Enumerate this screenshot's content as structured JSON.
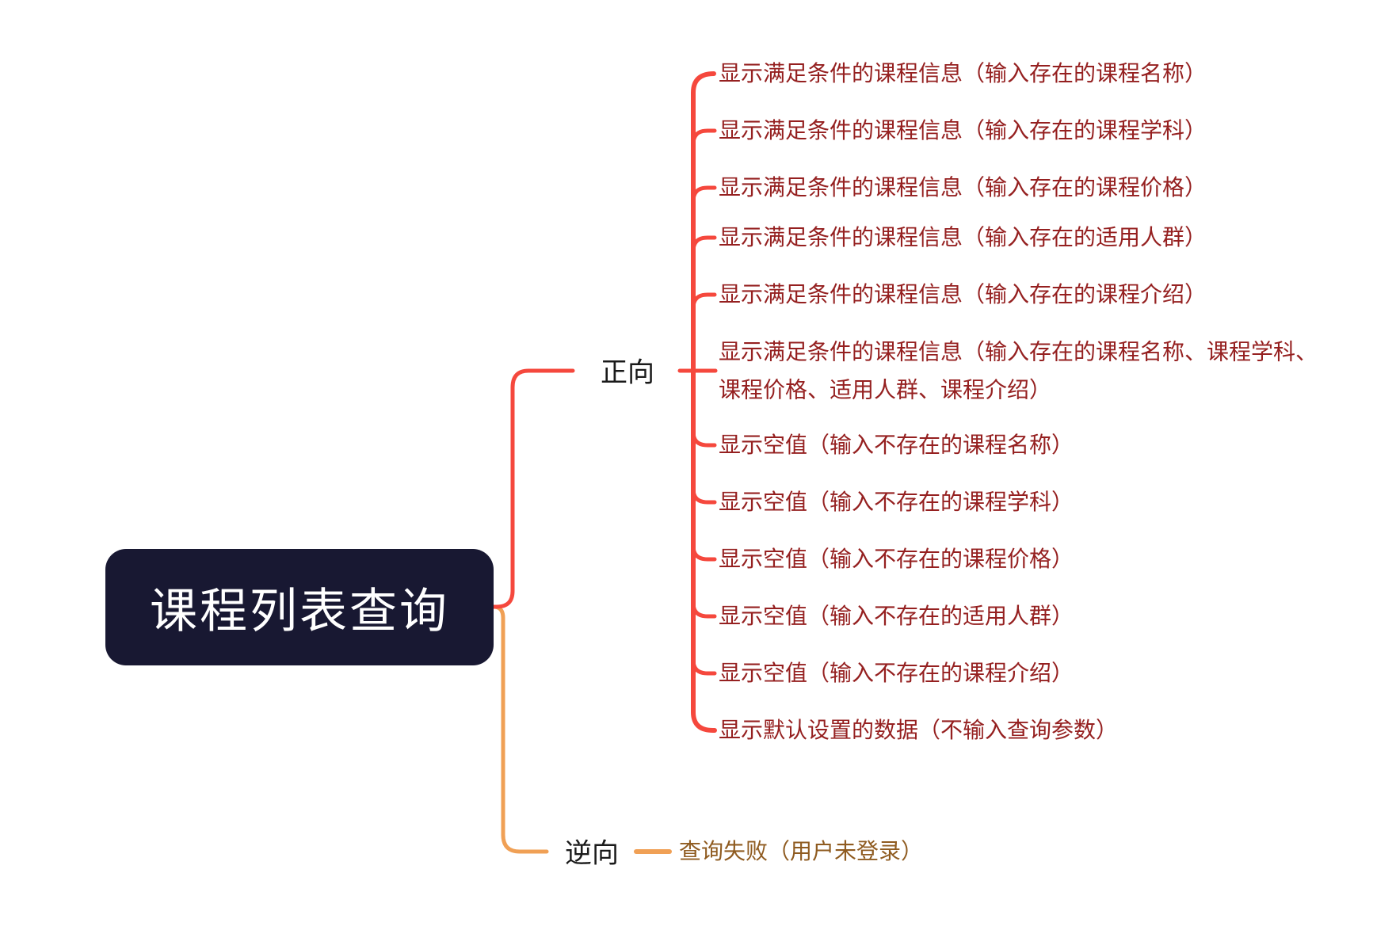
{
  "root": {
    "label": "课程列表查询"
  },
  "branches": [
    {
      "label": "正向",
      "items": [
        "显示满足条件的课程信息（输入存在的课程名称）",
        "显示满足条件的课程信息（输入存在的课程学科）",
        "显示满足条件的课程信息（输入存在的课程价格）",
        "显示满足条件的课程信息（输入存在的适用人群）",
        "显示满足条件的课程信息（输入存在的课程介绍）",
        "显示满足条件的课程信息（输入存在的课程名称、课程学科、\n课程价格、适用人群、课程介绍）",
        "显示空值（输入不存在的课程名称）",
        "显示空值（输入不存在的课程学科）",
        "显示空值（输入不存在的课程价格）",
        "显示空值（输入不存在的适用人群）",
        "显示空值（输入不存在的课程介绍）",
        "显示默认设置的数据（不输入查询参数）"
      ]
    },
    {
      "label": "逆向",
      "items": [
        "查询失败（用户未登录）"
      ]
    }
  ],
  "colors": {
    "line_red": "#f5483d",
    "line_orange": "#f0a055",
    "leaf_text_red": "#952020",
    "leaf_text_brown": "#8f5b20",
    "root_bg": "#181832",
    "root_text": "#ffffff",
    "label_text": "#1a1a1a"
  }
}
